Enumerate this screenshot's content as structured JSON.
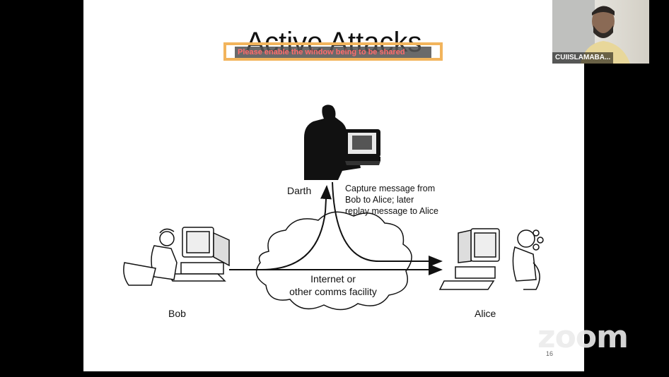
{
  "slide": {
    "title": "Active Attacks",
    "banner_text": "Please enable the window being to be shared",
    "slide_number": "16"
  },
  "diagram": {
    "attacker_label": "Darth",
    "sender_label": "Bob",
    "receiver_label": "Alice",
    "caption_line1": "Capture message from",
    "caption_line2": "Bob to Alice; later",
    "caption_line3": "replay message to Alice",
    "cloud_line1": "Internet or",
    "cloud_line2": "other comms facility"
  },
  "video_tile": {
    "participant_name": "CUIISLAMABA..."
  },
  "watermark": {
    "logo": "zoom"
  },
  "colors": {
    "banner_border": "#f2b45c",
    "banner_text": "#ff6b6b",
    "background": "#000000",
    "slide": "#ffffff"
  }
}
